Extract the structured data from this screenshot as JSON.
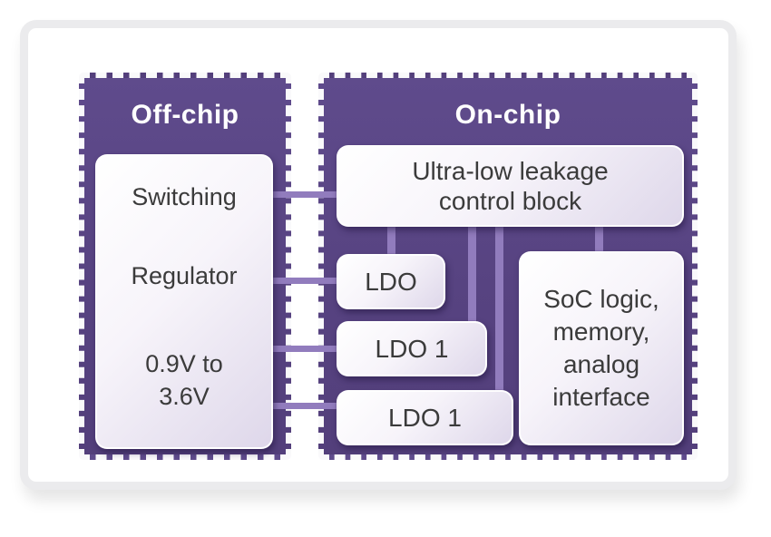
{
  "diagram": {
    "off_chip": {
      "title": "Off-chip",
      "regulator_box": {
        "line1": "Switching",
        "line2": "Regulator",
        "range_line1": "0.9V to",
        "range_line2": "3.6V"
      }
    },
    "on_chip": {
      "title": "On-chip",
      "control_block": {
        "lines": [
          "Ultra-low leakage",
          "control block"
        ]
      },
      "ldo": {
        "label": "LDO"
      },
      "ldo1a": {
        "label": "LDO 1"
      },
      "ldo1b": {
        "label": "LDO 1"
      },
      "soc": {
        "lines": [
          "SoC logic,",
          "memory,",
          "analog",
          "interface"
        ]
      }
    },
    "connections": [
      "Switching Regulator - Ultra-low leakage control block",
      "Switching Regulator - LDO",
      "Switching Regulator - LDO 1",
      "Switching Regulator - LDO 1 (second)",
      "Ultra-low leakage control block - LDO",
      "Ultra-low leakage control block - LDO 1",
      "Ultra-low leakage control block - LDO 1 (second)",
      "Ultra-low leakage control block - SoC logic, memory, analog interface"
    ],
    "colors": {
      "block_purple": "#574381",
      "connector_lavender": "#917cbd",
      "box_text": "#3b3b3b",
      "header_text": "#ffffff",
      "card_border": "#ebebed",
      "box_gradient_end": "#ded7ea"
    }
  }
}
